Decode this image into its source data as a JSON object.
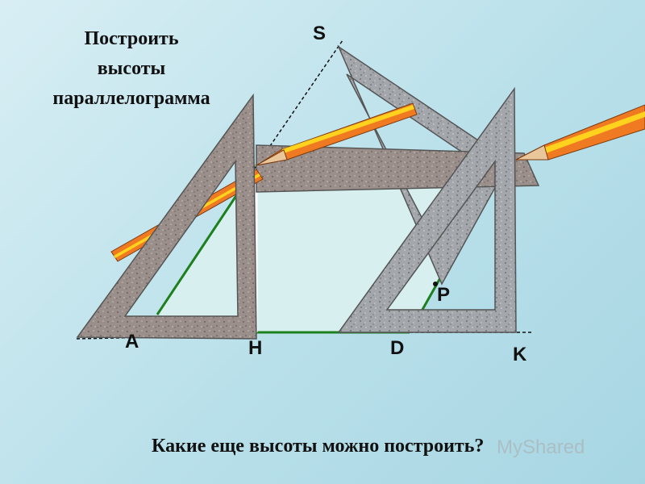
{
  "title_lines": [
    "Построить",
    "высоты",
    "параллелограмма"
  ],
  "points": {
    "S": "S",
    "A": "A",
    "H": "H",
    "D": "D",
    "K": "K",
    "P": "P"
  },
  "question": "Какие еще высоты можно построить?",
  "watermark": "MyShared",
  "colors": {
    "background": "#bfe3ec",
    "parallelogram_edge": "#1e7f1e",
    "parallelogram_fill": "#d7efef",
    "triangle_ruler": "#9a8f8a",
    "triangle_ruler_gray": "#a3a6aa",
    "pencil_body": "#f07a22",
    "pencil_stripe": "#ffd21e"
  }
}
